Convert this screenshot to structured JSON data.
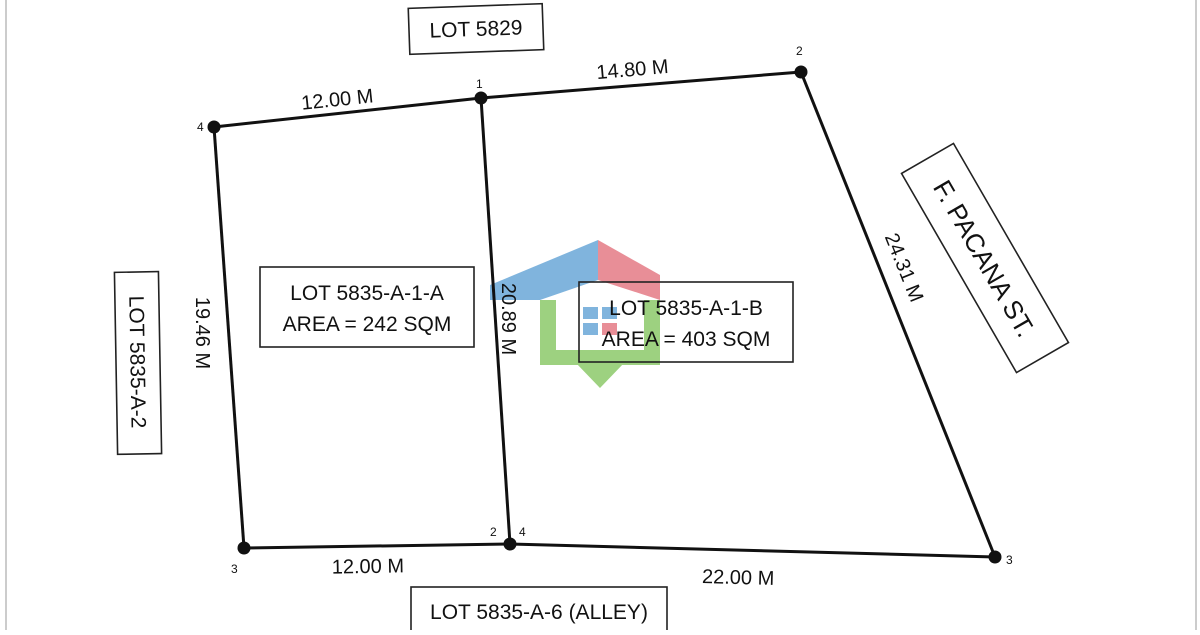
{
  "adjacent_lots": {
    "north": "LOT 5829",
    "west": "LOT 5835-A-2",
    "south": "LOT 5835-A-6 (ALLEY)"
  },
  "street": "F. PACANA ST.",
  "lot_a": {
    "name": "LOT 5835-A-1-A",
    "area": "AREA = 242 SQM",
    "corners": {
      "c1": "1",
      "c2": "2",
      "c3": "3",
      "c4": "4"
    }
  },
  "lot_b": {
    "name": "LOT 5835-A-1-B",
    "area": "AREA = 403 SQM",
    "corners": {
      "c2": "2",
      "c3": "3",
      "c4": "4"
    }
  },
  "dimensions": {
    "a_top": "12.00 M",
    "b_top": "14.80 M",
    "a_left": "19.46 M",
    "shared": "20.89 M",
    "b_right": "24.31 M",
    "a_bottom": "12.00 M",
    "b_bottom": "22.00 M"
  },
  "colors": {
    "line": "#111111",
    "logo_blue": "#6aa8d8",
    "logo_red": "#e57b86",
    "logo_green": "#8dc96a"
  }
}
